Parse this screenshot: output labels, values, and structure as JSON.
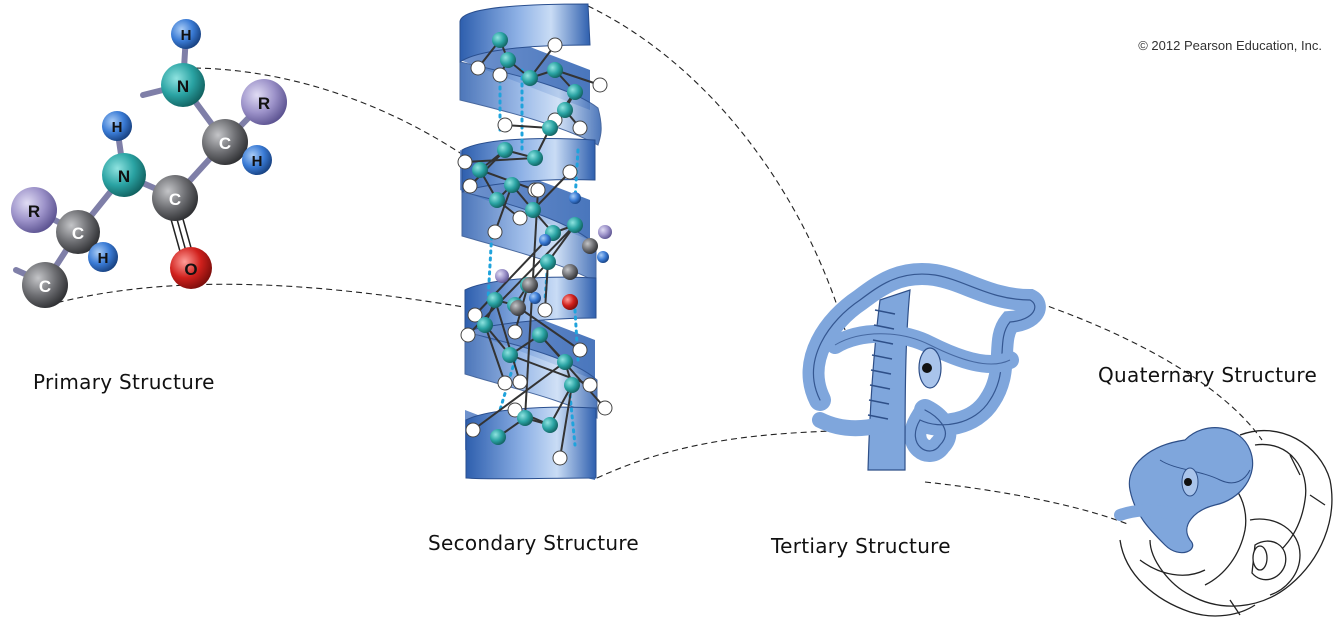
{
  "copyright": "© 2012 Pearson Education, Inc.",
  "labels": {
    "primary": "Primary Structure",
    "secondary": "Secondary Structure",
    "tertiary": "Tertiary Structure",
    "quaternary": "Quaternary Structure"
  },
  "atoms": {
    "hydrogen": "H",
    "nitrogen": "N",
    "carbon": "C",
    "oxygen": "O",
    "rgroup": "R"
  },
  "colors": {
    "ribbon": "#7fa6dc",
    "ribbon_dark": "#2e5fae",
    "nitrogen": "#2aa3a3",
    "hydrogen": "#3a7bd5",
    "carbon": "#6d6e72",
    "oxygen": "#d0201c",
    "rgroup": "#9c92c9",
    "hbond": "#1fa3dc"
  }
}
